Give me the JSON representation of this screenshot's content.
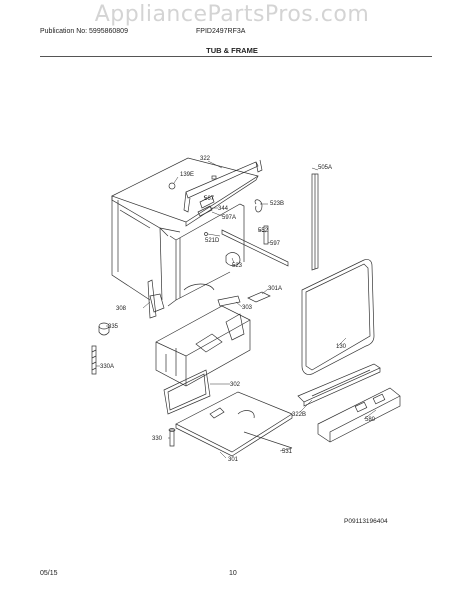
{
  "watermark": "AppliancePartsPros.com",
  "header": {
    "publication": "Publication No: 5995860809",
    "model": "FPID2497RF3A"
  },
  "title": "TUB & FRAME",
  "parts": {
    "p322": "322",
    "p139E": "139E",
    "p567": "567",
    "p344": "344",
    "p597A": "597A",
    "p521D": "521D",
    "p523": "523",
    "p523B": "523B",
    "p552": "552",
    "p597": "597",
    "p505A": "505A",
    "p301A": "301A",
    "p303": "303",
    "p308": "308",
    "p335": "335",
    "p330A": "330A",
    "p130": "130",
    "p302": "302",
    "p322B": "322B",
    "p580": "580",
    "p330": "330",
    "p531": "531",
    "p301": "301"
  },
  "figure_code": "P09113196404",
  "footer": {
    "date": "05/15",
    "page": "10"
  }
}
